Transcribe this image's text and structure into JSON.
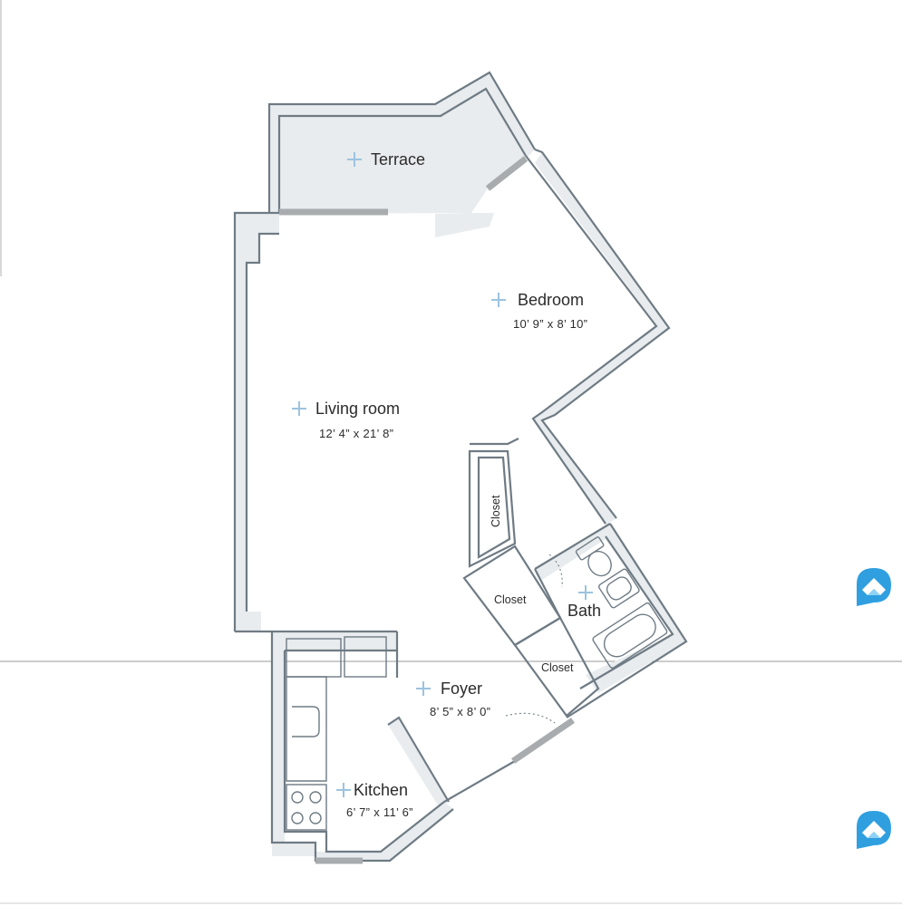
{
  "rooms": {
    "terrace": {
      "name": "Terrace"
    },
    "bedroom": {
      "name": "Bedroom",
      "dims": "10’ 9” x 8’ 10”"
    },
    "living": {
      "name": "Living room",
      "dims": "12’ 4” x 21’ 8”"
    },
    "foyer": {
      "name": "Foyer",
      "dims": "8’ 5” x 8’ 0”"
    },
    "kitchen": {
      "name": "Kitchen",
      "dims": "6’ 7” x 11’ 6”"
    },
    "bath": {
      "name": "Bath"
    },
    "closet_vertical": {
      "name": "Closet"
    },
    "closet_middle": {
      "name": "Closet"
    },
    "closet_lower": {
      "name": "Closet"
    }
  },
  "icons": [
    "logo-icon",
    "logo-icon"
  ],
  "colors": {
    "wall": "#6f7b84",
    "wall_band": "#e8ecee",
    "window": "#a8acae",
    "plus_marker": "#9cc3df",
    "logo": "#2f9fe0"
  }
}
